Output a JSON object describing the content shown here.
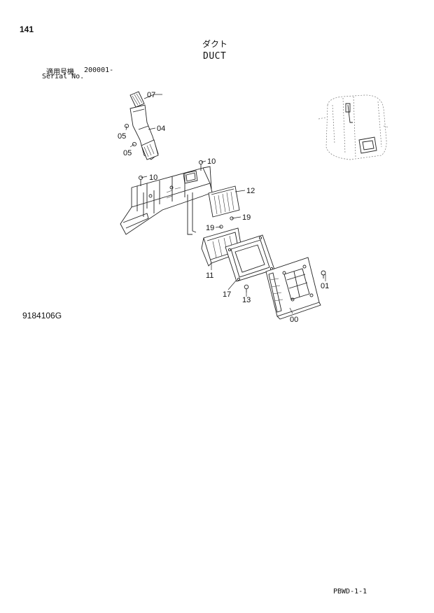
{
  "header": {
    "page_number": "141",
    "title_jp": "ダクト",
    "title_en": "DUCT",
    "serial_label_jp": "適用号機",
    "serial_value": "200001-",
    "serial_label_en": "Serial No."
  },
  "drawing_code": "9184106G",
  "page_code": "PBWD-1-1",
  "callouts": {
    "c07": "07",
    "c04": "04",
    "c05a": "05",
    "c05b": "05",
    "c10a": "10",
    "c10b": "10",
    "c12": "12",
    "c19a": "19",
    "c19b": "19",
    "c11": "11",
    "c17": "17",
    "c13": "13",
    "c01": "01",
    "c00": "00"
  }
}
